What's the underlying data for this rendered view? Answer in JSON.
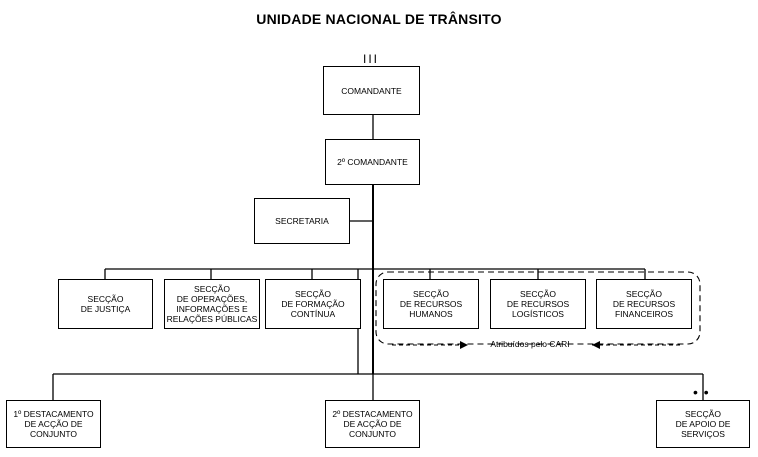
{
  "title": "UNIDADE NACIONAL DE TRÂNSITO",
  "rank_marks": "III",
  "dots_marks": "• •",
  "nodes": {
    "comandante": "COMANDANTE",
    "segundo_comandante": "2º COMANDANTE",
    "secretaria": "SECRETARIA",
    "justica": "SECÇÃO\nDE JUSTIÇA",
    "operacoes": "SECÇÃO\nDE OPERAÇÕES,\nINFORMAÇÕES E\nRELAÇÕES PÚBLICAS",
    "formacao": "SECÇÃO\nDE FORMAÇÃO\nCONTÍNUA",
    "humanos": "SECÇÃO\nDE RECURSOS\nHUMANOS",
    "logisticos": "SECÇÃO\nDE RECURSOS\nLOGÍSTICOS",
    "financeiros": "SECÇÃO\nDE RECURSOS\nFINANCEIROS",
    "destacamento1": "1º DESTACAMENTO\nDE ACÇÃO DE\nCONJUNTO",
    "destacamento2": "2º DESTACAMENTO\nDE ACÇÃO DE\nCONJUNTO",
    "apoio": "SECÇÃO\nDE APOIO DE\nSERVIÇOS"
  },
  "group_note": "Atribuídos pelo CARI"
}
